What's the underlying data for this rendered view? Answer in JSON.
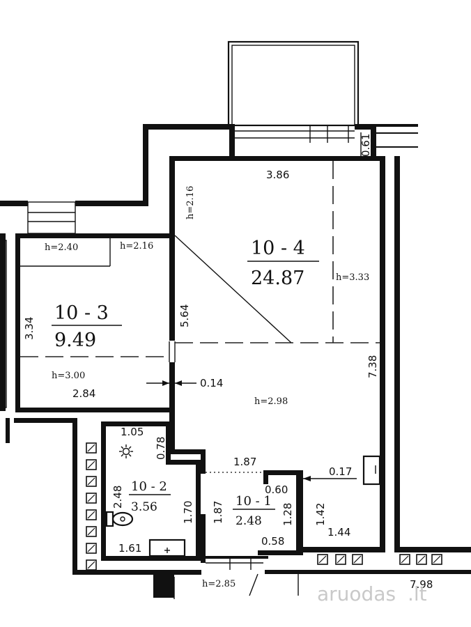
{
  "rooms": {
    "r4": {
      "id": "10 - 4",
      "area": "24.87",
      "h_top": "h=2.16",
      "h_right": "h=3.33",
      "h_main": "h=2.98"
    },
    "r3": {
      "id": "10 - 3",
      "area": "9.49",
      "h_top_left": "h=2.40",
      "h_top_right": "h=2.16",
      "h_bottom": "h=3.00"
    },
    "r2": {
      "id": "10 - 2",
      "area": "3.56"
    },
    "r1": {
      "id": "10 - 1",
      "area": "2.48",
      "h_bottom": "h=2.85"
    }
  },
  "dims": {
    "d386": "3.86",
    "d061": "0.61",
    "d564": "5.64",
    "d334": "3.34",
    "d284": "2.84",
    "d014": "0.14",
    "d738": "7.38",
    "d105": "1.05",
    "d078": "0.78",
    "d248": "2.48",
    "d170": "1.70",
    "d161": "1.61",
    "d187a": "1.87",
    "d187b": "1.87",
    "d060": "0.60",
    "d128": "1.28",
    "d058": "0.58",
    "d017": "0.17",
    "d142": "1.42",
    "d144": "1.44",
    "d798": "7.98"
  },
  "icons": {
    "light": "light-fixture-icon",
    "toilet": "toilet-icon",
    "vent": "ventilation-squares"
  },
  "watermark": {
    "brand": "aruodas",
    "tld": ".lt"
  }
}
